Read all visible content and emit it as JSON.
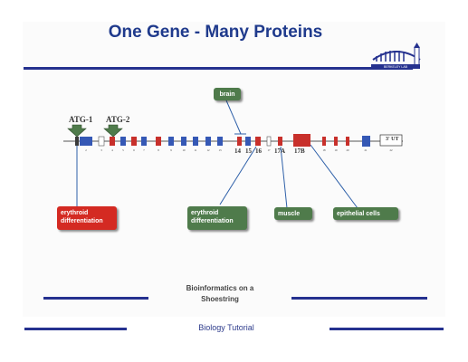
{
  "slide": {
    "title": "One Gene - Many Proteins",
    "footer": "Bioinformatics on a Shoestring",
    "logo_text": "BERKELEY LAB"
  },
  "start_codons": {
    "atg1": "ATG-1",
    "atg2": "ATG-2"
  },
  "exon_labels": {
    "e14": "14",
    "e15": "15",
    "e16": "16",
    "e17a": "17A",
    "e17b": "17B",
    "utr": "3' UT"
  },
  "callouts": {
    "brain": "brain",
    "erythroid_left": "erythroid differentiation",
    "erythroid_mid": "erythroid differentiation",
    "muscle": "muscle",
    "epithelial": "epithelial cells"
  },
  "caption": "Biology Tutorial",
  "colors": {
    "title": "#1f3a8c",
    "rule": "#25318f",
    "exon_blue": "#3558b5",
    "exon_red": "#c8302b",
    "callout_green": "#4f7b4b",
    "callout_red": "#d42a22"
  }
}
